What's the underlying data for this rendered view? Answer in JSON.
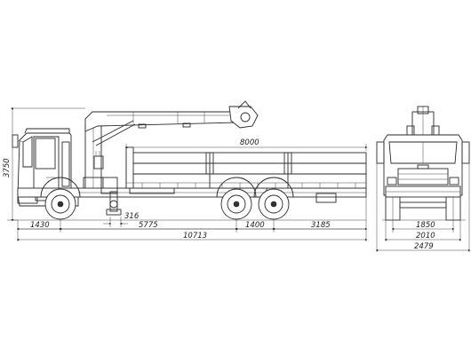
{
  "drawing": {
    "dimensions": {
      "cab_height": "3750",
      "cargo_body_length": "8000",
      "front_overhang": "1430",
      "wheelbase_main": "5775",
      "overall_length": "10713",
      "rear_axle_spacing": "1400",
      "rear_overhang": "3185",
      "axle_offset": "316",
      "track_width": "1850",
      "body_width": "2010",
      "overall_width": "2479"
    },
    "colors": {
      "line": "#2a2a2a",
      "background": "#ffffff"
    }
  }
}
